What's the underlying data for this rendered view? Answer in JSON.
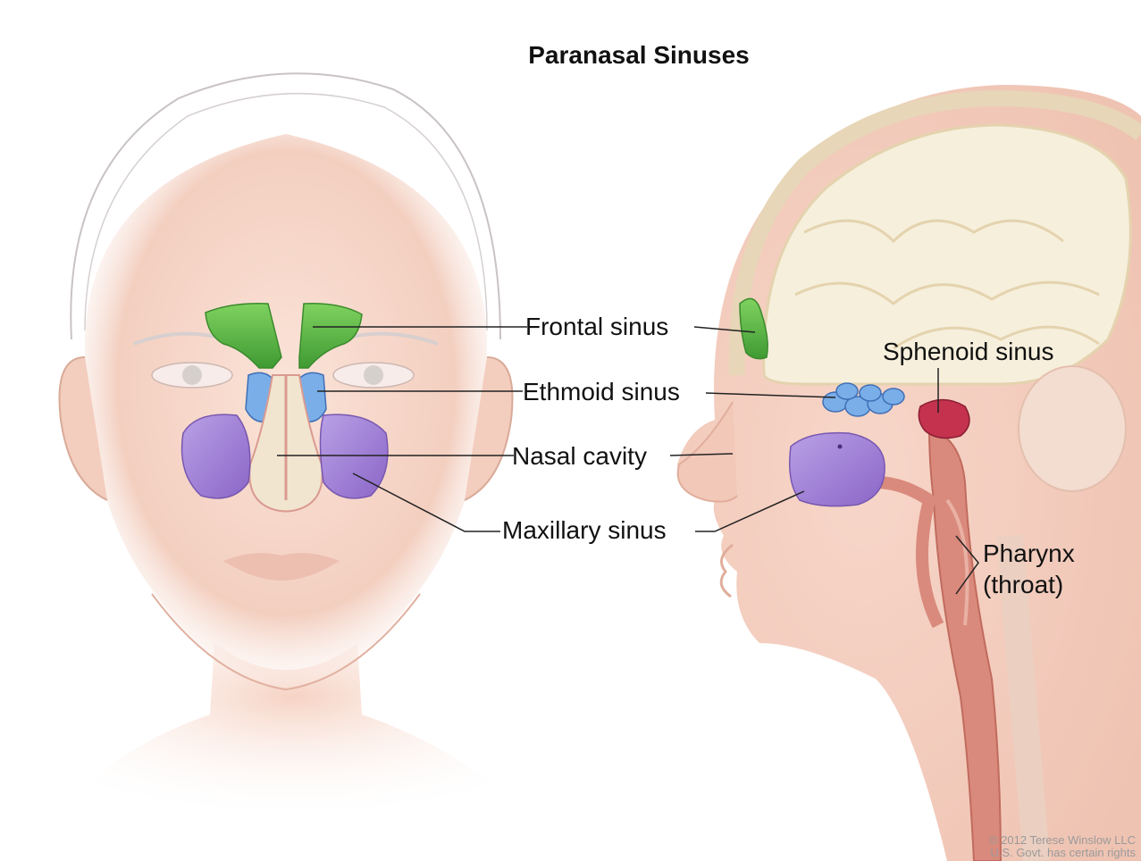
{
  "title": "Paranasal Sinuses",
  "labels": {
    "frontal": "Frontal sinus",
    "ethmoid": "Ethmoid sinus",
    "nasal": "Nasal cavity",
    "maxillary": "Maxillary sinus",
    "sphenoid": "Sphenoid sinus",
    "pharynx_line1": "Pharynx",
    "pharynx_line2": "(throat)"
  },
  "credit": {
    "line1": "© 2012 Terese Winslow LLC",
    "line2": "U.S. Govt. has certain rights"
  },
  "colors": {
    "skin": "#f6d9ce",
    "skin_shadow": "#e9b9a8",
    "frontal_sinus": "#5bbb45",
    "ethmoid_sinus": "#6fa4e3",
    "maxillary_sinus": "#9b79d3",
    "sphenoid_sinus": "#c4324e",
    "brain": "#f6efdc",
    "airway": "#d97a6e"
  }
}
